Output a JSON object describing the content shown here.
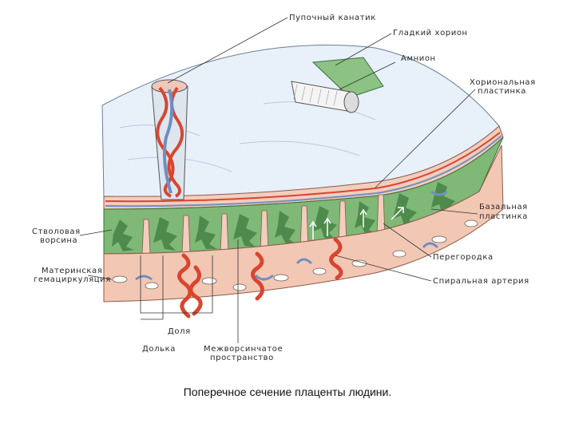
{
  "labels": {
    "umbilical_cord": "Пупочный канатик",
    "smooth_chorion": "Гладкий хорион",
    "amnion": "Амнион",
    "chorionic_plate_1": "Хориональная",
    "chorionic_plate_2": "пластинка",
    "basal_plate_1": "Базальная",
    "basal_plate_2": "пластинка",
    "septum": "Перегородка",
    "spiral_artery": "Спиральная артерия",
    "stem_villus_1": "Стволовая",
    "stem_villus_2": "ворсина",
    "maternal_circ_1": "Материнская",
    "maternal_circ_2": "гемациркуляция",
    "lobe": "Доля",
    "lobule": "Долька",
    "intervillous_1": "Межворсинчатое",
    "intervillous_2": "пространство"
  },
  "caption": "Поперечное сечение плаценты людини.",
  "colors": {
    "membrane": "#e6eef8",
    "chorion_green": "#7fb877",
    "villi_green": "#5e9a5c",
    "decidua_pink": "#f2c7b4",
    "artery_red": "#d9452f",
    "vein_blue": "#6f8fc0"
  }
}
